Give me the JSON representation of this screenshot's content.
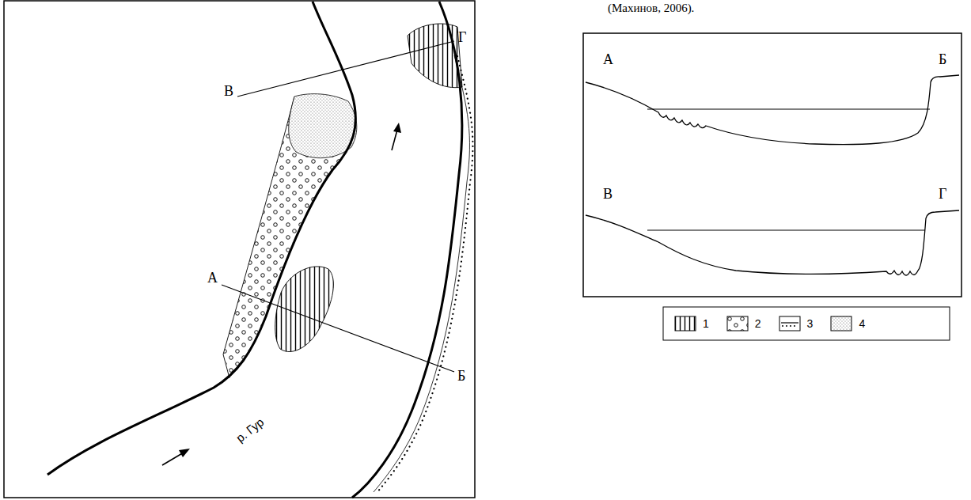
{
  "diagram": {
    "labels": [
      "(Махинов, 2006).",
      "В",
      "Г",
      "А",
      "Б",
      "р. Гур",
      "А",
      "Б",
      "В",
      "Г"
    ],
    "legend": [
      {
        "text": "1"
      },
      {
        "text": "2"
      },
      {
        "text": "3"
      },
      {
        "text": "4"
      }
    ]
  }
}
